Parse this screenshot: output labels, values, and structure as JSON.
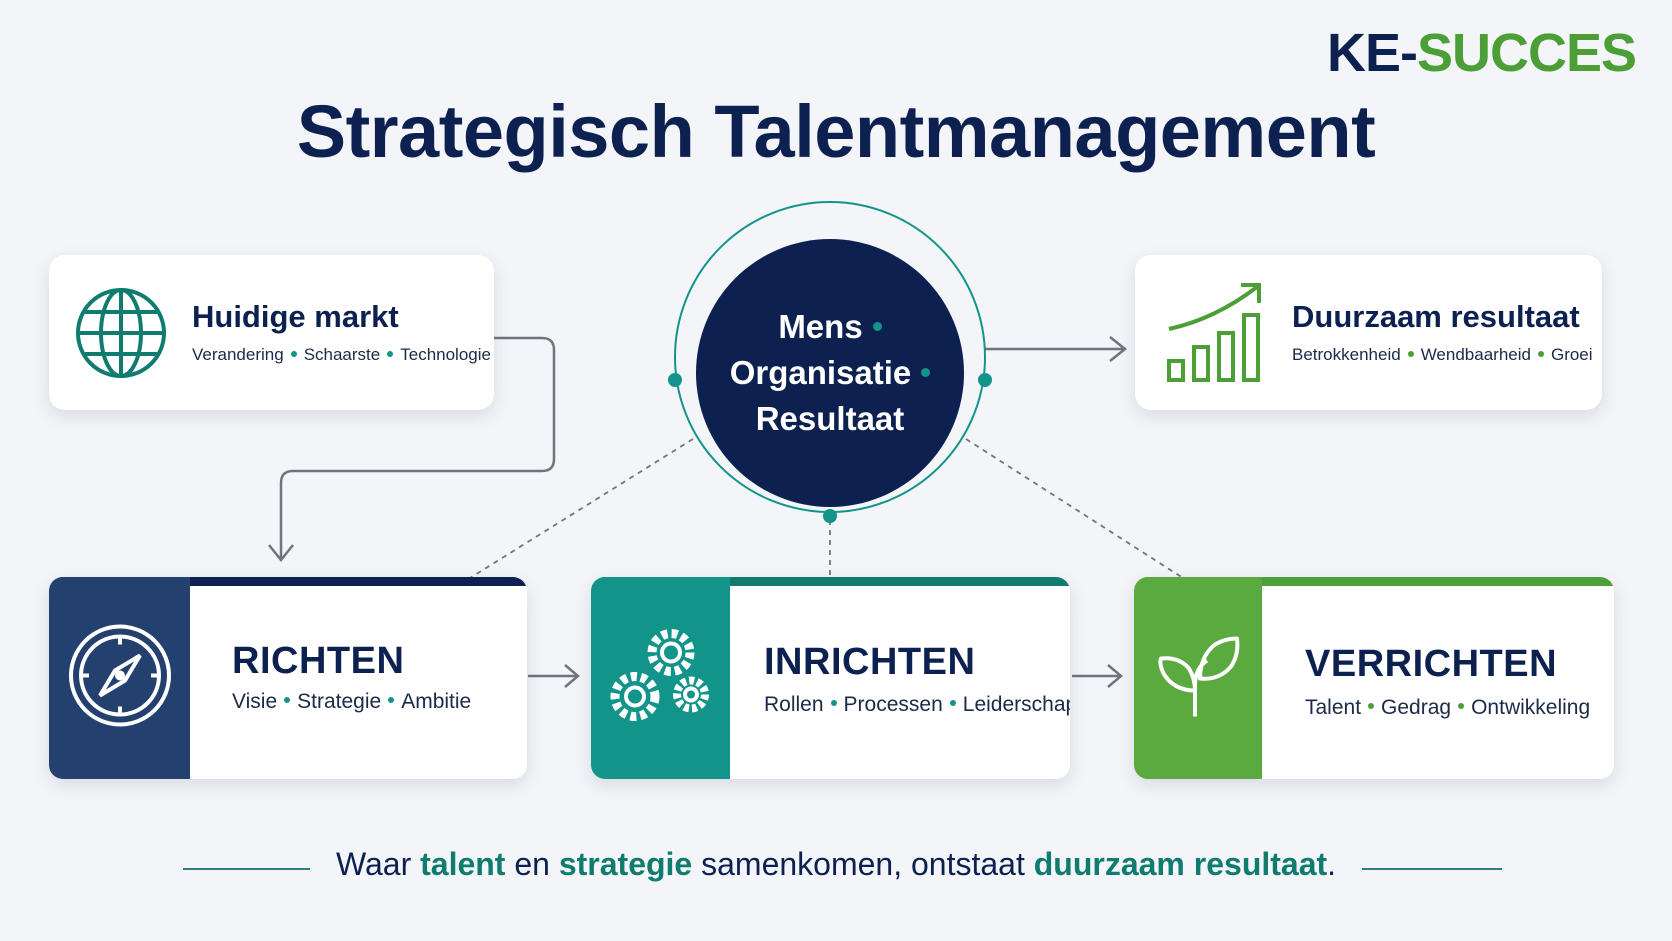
{
  "brand": {
    "logo_part1": "KE-",
    "logo_part2": "SUCCES",
    "navy": "#0d2150",
    "teal": "#12948a",
    "green": "#4c9e36"
  },
  "title": "Strategisch Talentmanagement",
  "center": {
    "line1": "Mens",
    "line2": "Organisatie",
    "line3": "Resultaat"
  },
  "market": {
    "icon": "globe-icon",
    "heading": "Huidige markt",
    "items": [
      "Verandering",
      "Schaarste",
      "Technologie"
    ]
  },
  "result": {
    "icon": "growth-chart-icon",
    "heading": "Duurzaam resultaat",
    "items": [
      "Betrokkenheid",
      "Wendbaarheid",
      "Groei"
    ]
  },
  "phases": [
    {
      "icon": "compass-icon",
      "heading": "RICHTEN",
      "items": [
        "Visie",
        "Strategie",
        "Ambitie"
      ],
      "color": "#24406f"
    },
    {
      "icon": "gears-icon",
      "heading": "INRICHTEN",
      "items": [
        "Rollen",
        "Processen",
        "Leiderschap"
      ],
      "color": "#12948a"
    },
    {
      "icon": "sprout-icon",
      "heading": "VERRICHTEN",
      "items": [
        "Talent",
        "Gedrag",
        "Ontwikkeling"
      ],
      "color": "#5aaa3f"
    }
  ],
  "tagline": {
    "p1": "Waar ",
    "h1": "talent",
    "p2": " en ",
    "h2": "strategie",
    "p3": " samenkomen, ontstaat ",
    "h3": "duurzaam resultaat",
    "p4": "."
  }
}
